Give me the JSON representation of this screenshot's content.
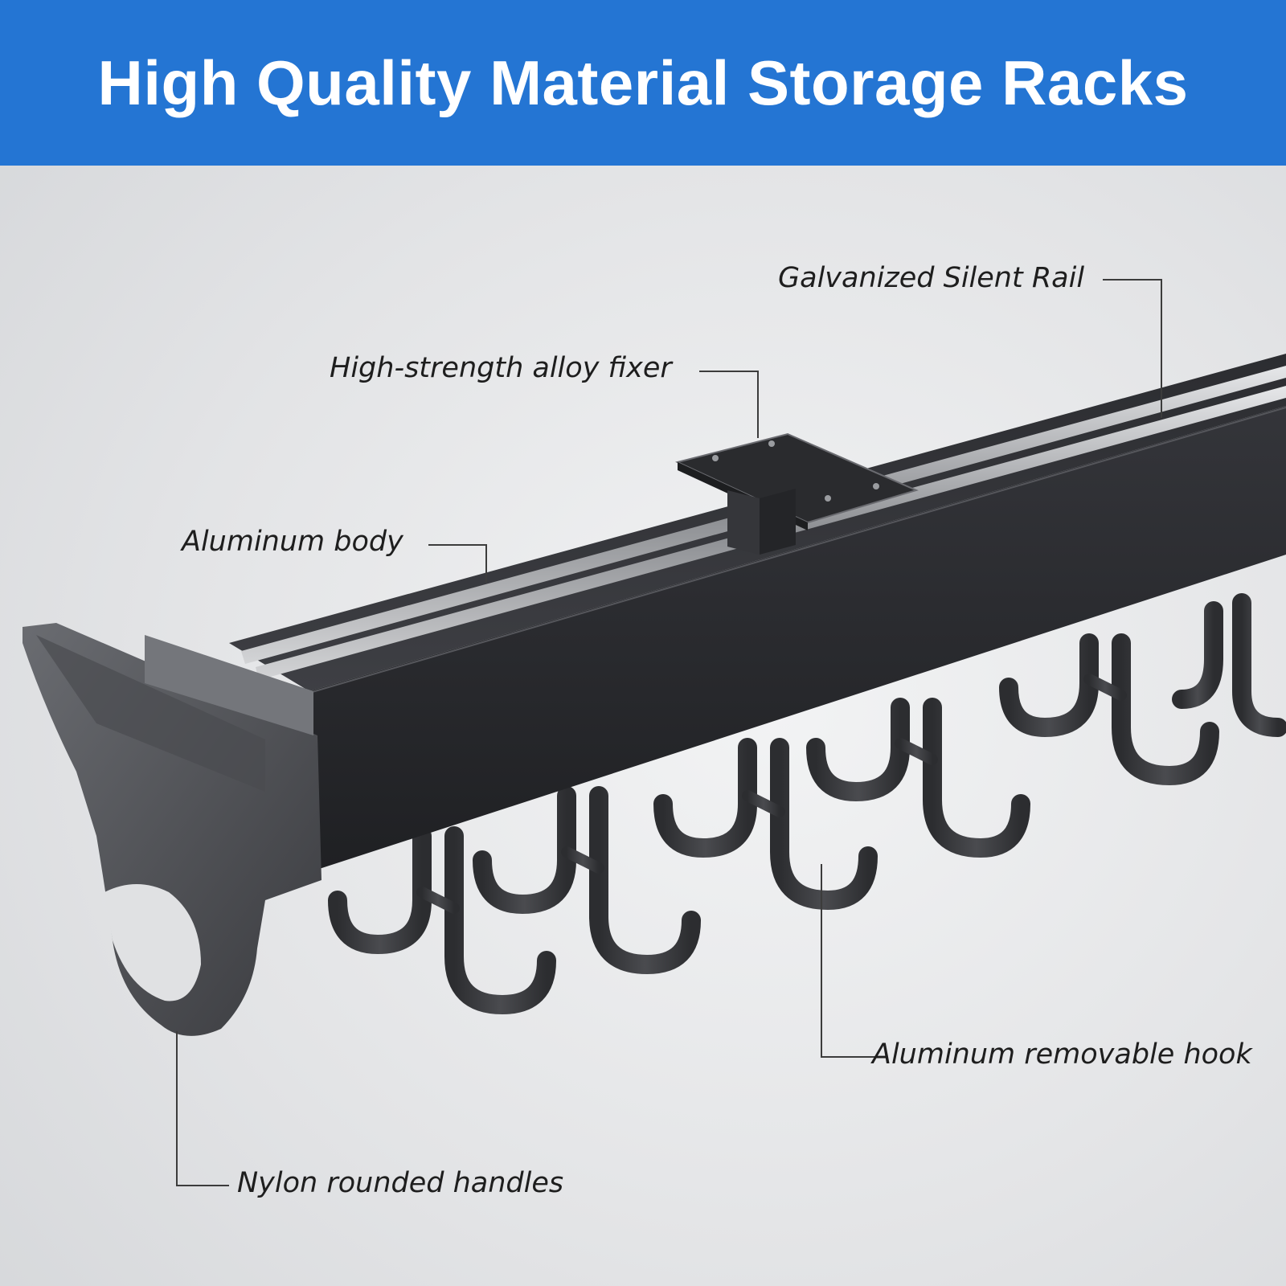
{
  "banner": {
    "title": "High Quality Material Storage Racks",
    "background_color": "#2475d3",
    "text_color": "#ffffff"
  },
  "product": {
    "image": "black aluminum ceiling storage rail with removable double hooks"
  },
  "callouts": {
    "galvanized_rail": "Galvanized Silent Rail",
    "alloy_fixer": "High-strength alloy fixer",
    "aluminum_body": "Aluminum body",
    "removable_hook": "Aluminum removable hook",
    "nylon_handles": "Nylon rounded handles"
  },
  "colors": {
    "body": "#2b2c2f",
    "hook": "#3a3b3e",
    "rail_chrome": "#b7b9bc",
    "handle": "#55575b"
  }
}
